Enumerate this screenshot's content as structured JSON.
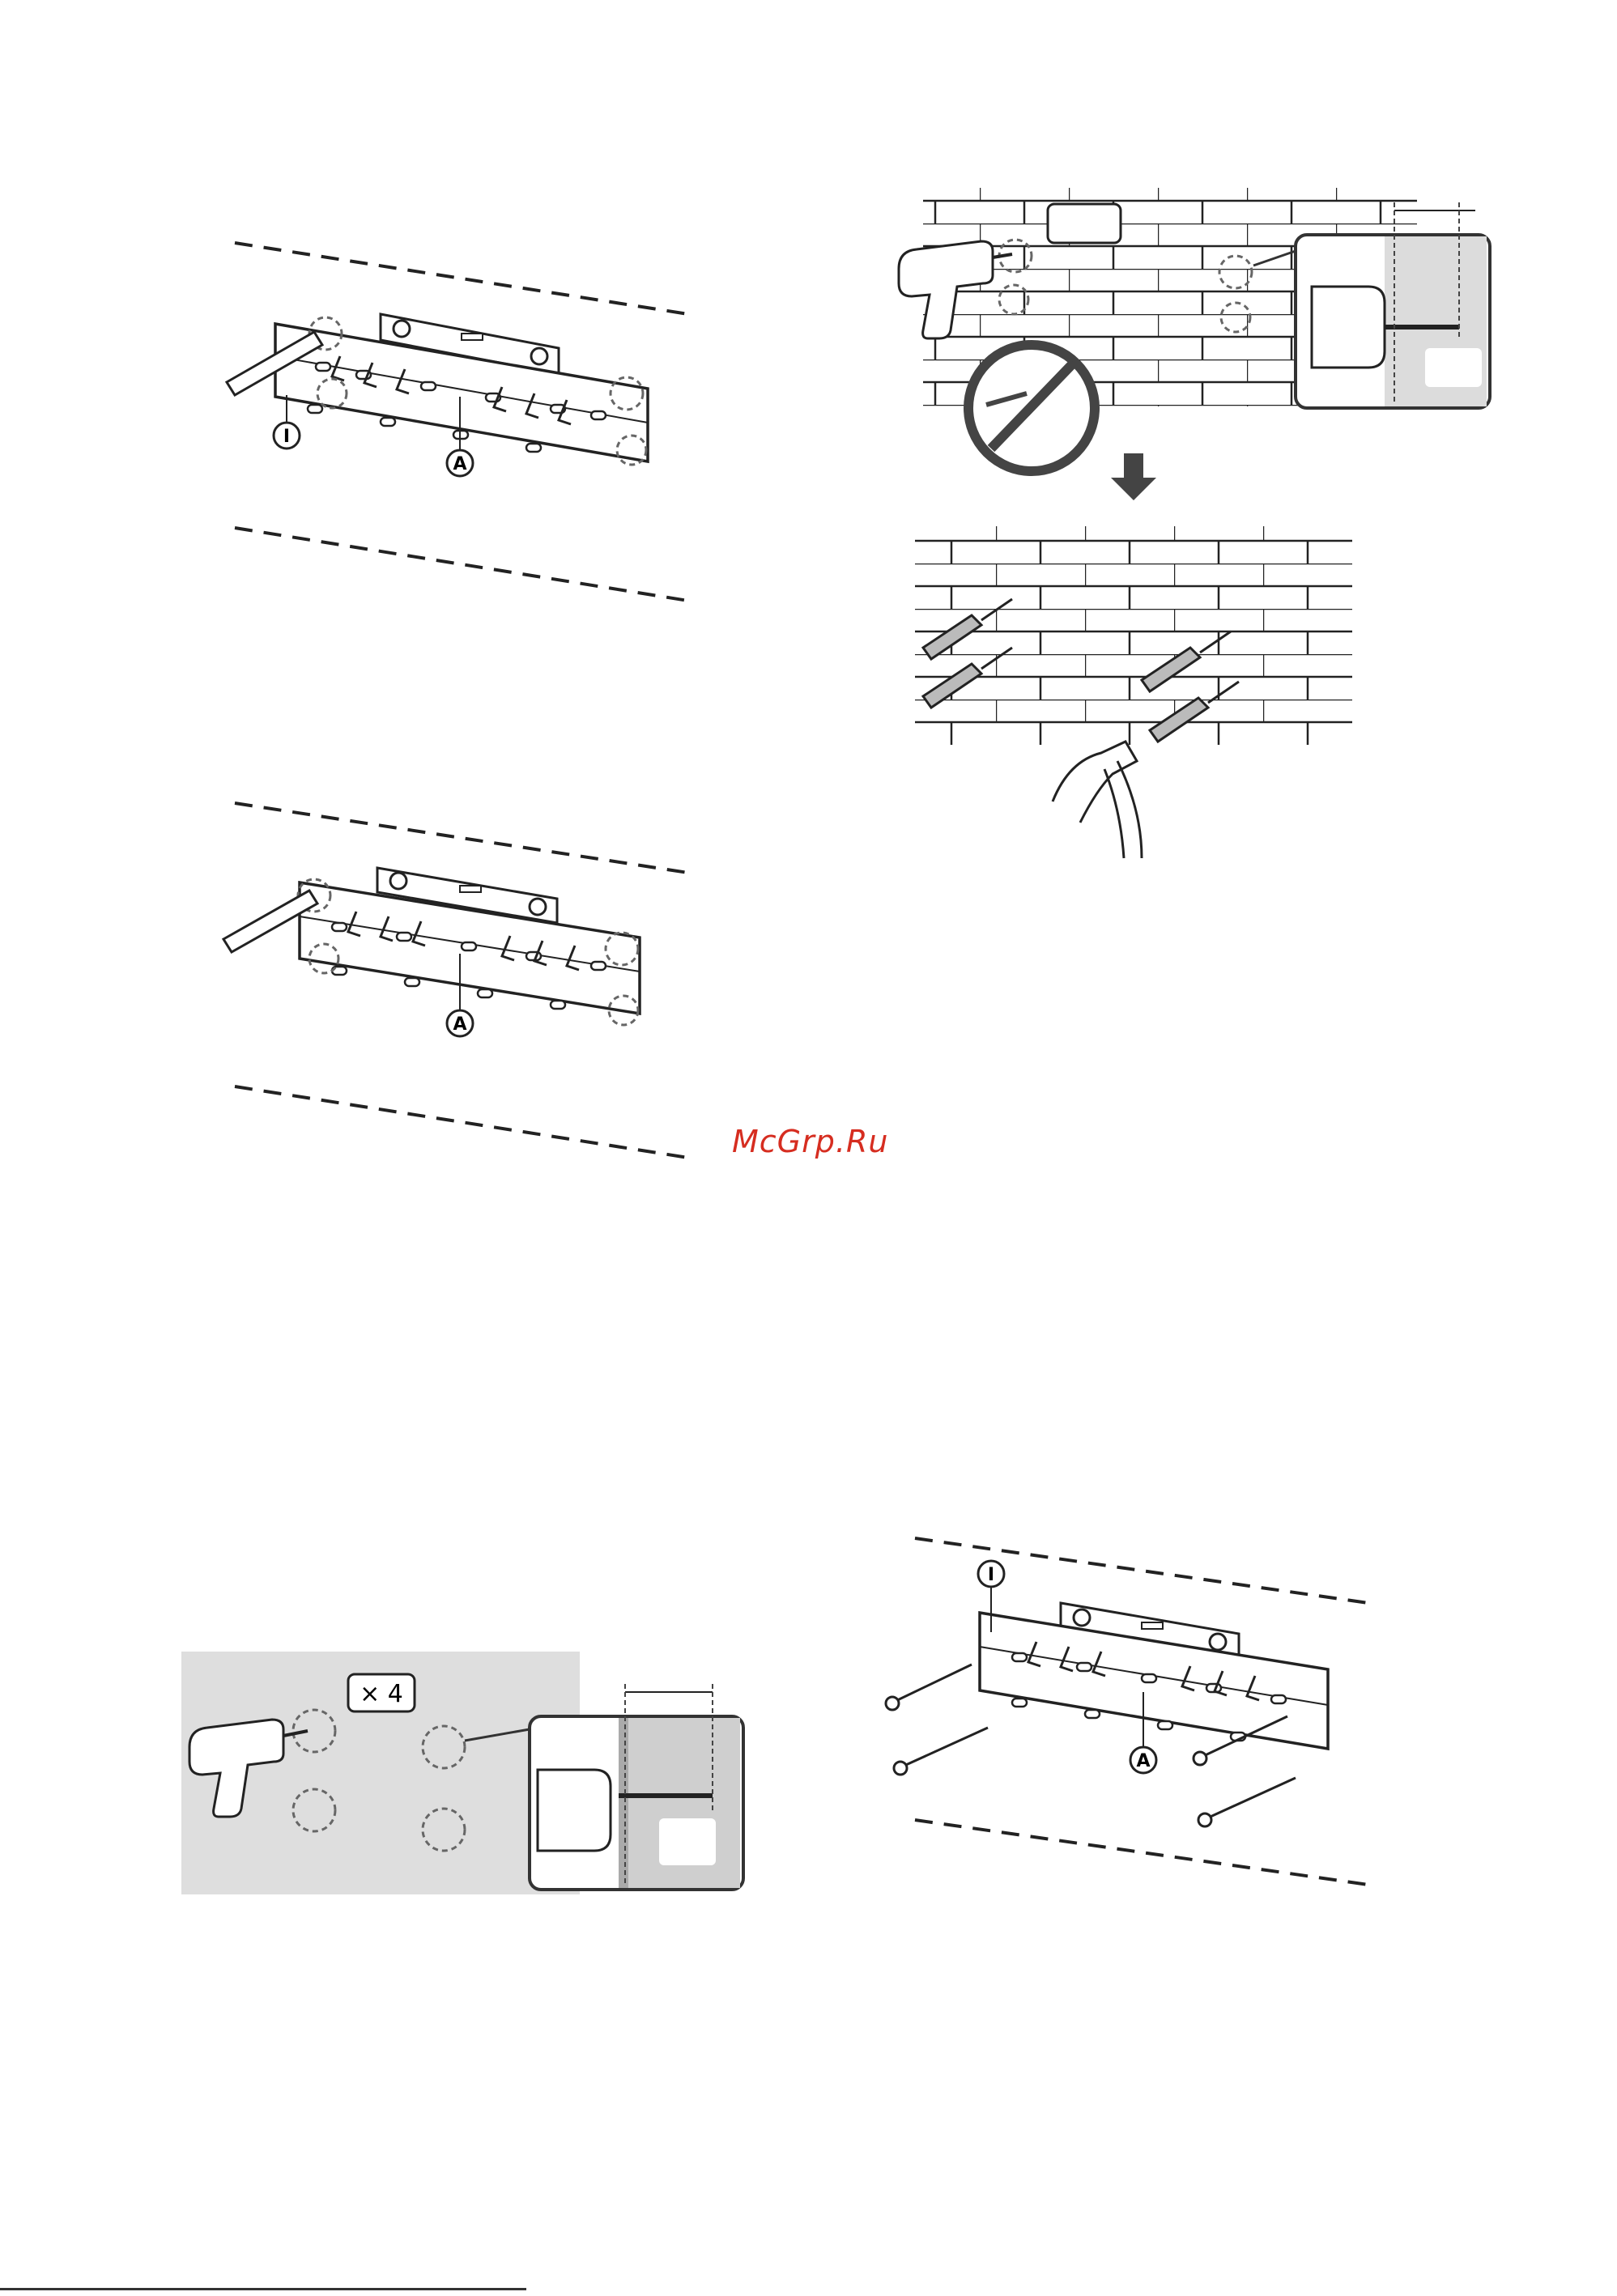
{
  "watermark": {
    "text": "McGrp.Ru",
    "color": "#d62d20"
  },
  "labels": {
    "part_a": "A",
    "part_i": "I",
    "quantity": "× 4"
  },
  "icons": [
    "bracket-icon",
    "level-icon",
    "pencil-icon",
    "drill-icon",
    "no-drill-mortar-icon",
    "down-arrow-icon",
    "anchor-icon",
    "hammer-icon",
    "screw-icon"
  ]
}
